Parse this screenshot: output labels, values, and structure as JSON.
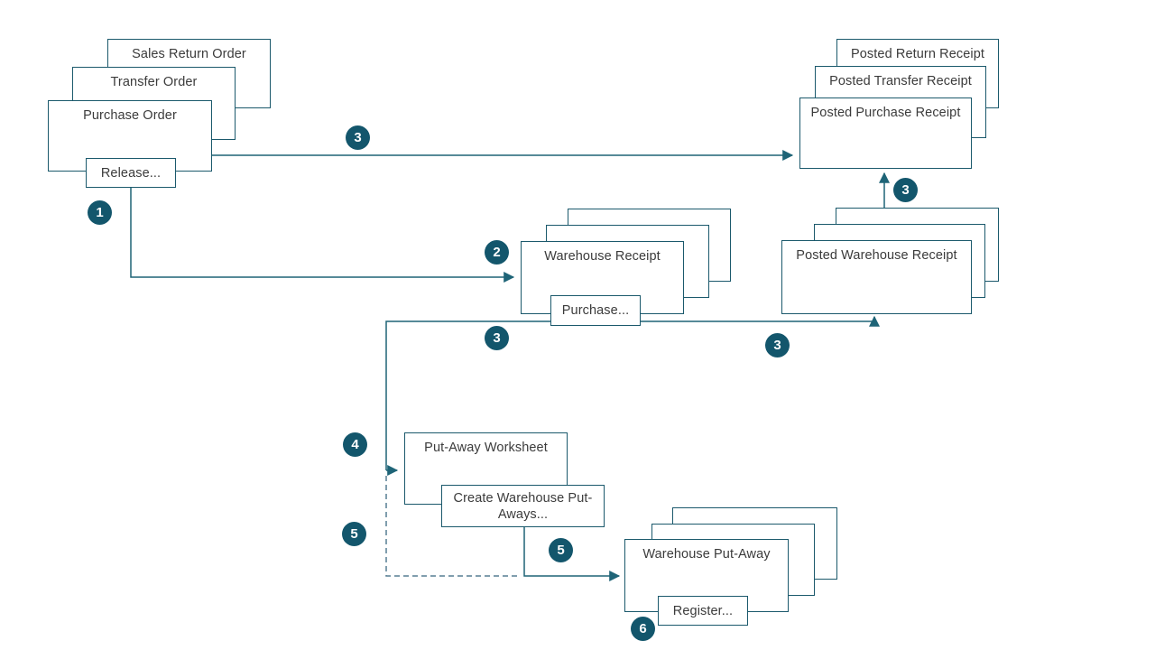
{
  "boxes": {
    "sales_return_order": {
      "label": "Sales Return Order"
    },
    "transfer_order": {
      "label": "Transfer Order"
    },
    "purchase_order": {
      "label": "Purchase Order"
    },
    "release_action": {
      "label": "Release..."
    },
    "posted_return_receipt": {
      "label": "Posted Return Receipt"
    },
    "posted_transfer_receipt": {
      "label": "Posted Transfer Receipt"
    },
    "posted_purchase_receipt": {
      "label": "Posted Purchase Receipt"
    },
    "warehouse_receipt": {
      "label": "Warehouse Receipt"
    },
    "purchase_action": {
      "label": "Purchase..."
    },
    "posted_warehouse_receipt": {
      "label": "Posted Warehouse Receipt"
    },
    "put_away_worksheet": {
      "label": "Put-Away Worksheet"
    },
    "create_warehouse_put_aways_action": {
      "label": "Create Warehouse Put-Aways..."
    },
    "warehouse_put_away": {
      "label": "Warehouse Put-Away"
    },
    "register_action": {
      "label": "Register..."
    }
  },
  "badges": [
    {
      "label": "1"
    },
    {
      "label": "2"
    },
    {
      "label": "3"
    },
    {
      "label": "3"
    },
    {
      "label": "3"
    },
    {
      "label": "3"
    },
    {
      "label": "4"
    },
    {
      "label": "5"
    },
    {
      "label": "5"
    },
    {
      "label": "6"
    }
  ],
  "connections": [
    {
      "from": "purchase_order",
      "to": "posted_purchase_receipt",
      "step": "3",
      "style": "solid"
    },
    {
      "from": "release_action",
      "to": "warehouse_receipt",
      "step": "2",
      "style": "solid"
    },
    {
      "from": "purchase_action",
      "to": "posted_warehouse_receipt",
      "step": "3",
      "style": "solid"
    },
    {
      "from": "purchase_action",
      "to": "put_away_worksheet",
      "step": "4",
      "style": "solid"
    },
    {
      "from": "posted_warehouse_receipt",
      "to": "posted_purchase_receipt",
      "step": "3",
      "style": "solid"
    },
    {
      "from": "put_away_worksheet",
      "to": "warehouse_put_away",
      "step": "5",
      "style": "dashed"
    },
    {
      "from": "create_warehouse_put_aways_action",
      "to": "warehouse_put_away",
      "step": "5",
      "style": "solid"
    },
    {
      "from": "register_action",
      "step": "6",
      "style": "annotation"
    },
    {
      "from": "release_action",
      "step": "1",
      "style": "annotation"
    }
  ],
  "colors": {
    "box_border": "#1b596c",
    "line": "#1e6477",
    "dashed_line": "#567f93",
    "badge_fill": "#13566c",
    "label_text": "#3b3b3b"
  }
}
